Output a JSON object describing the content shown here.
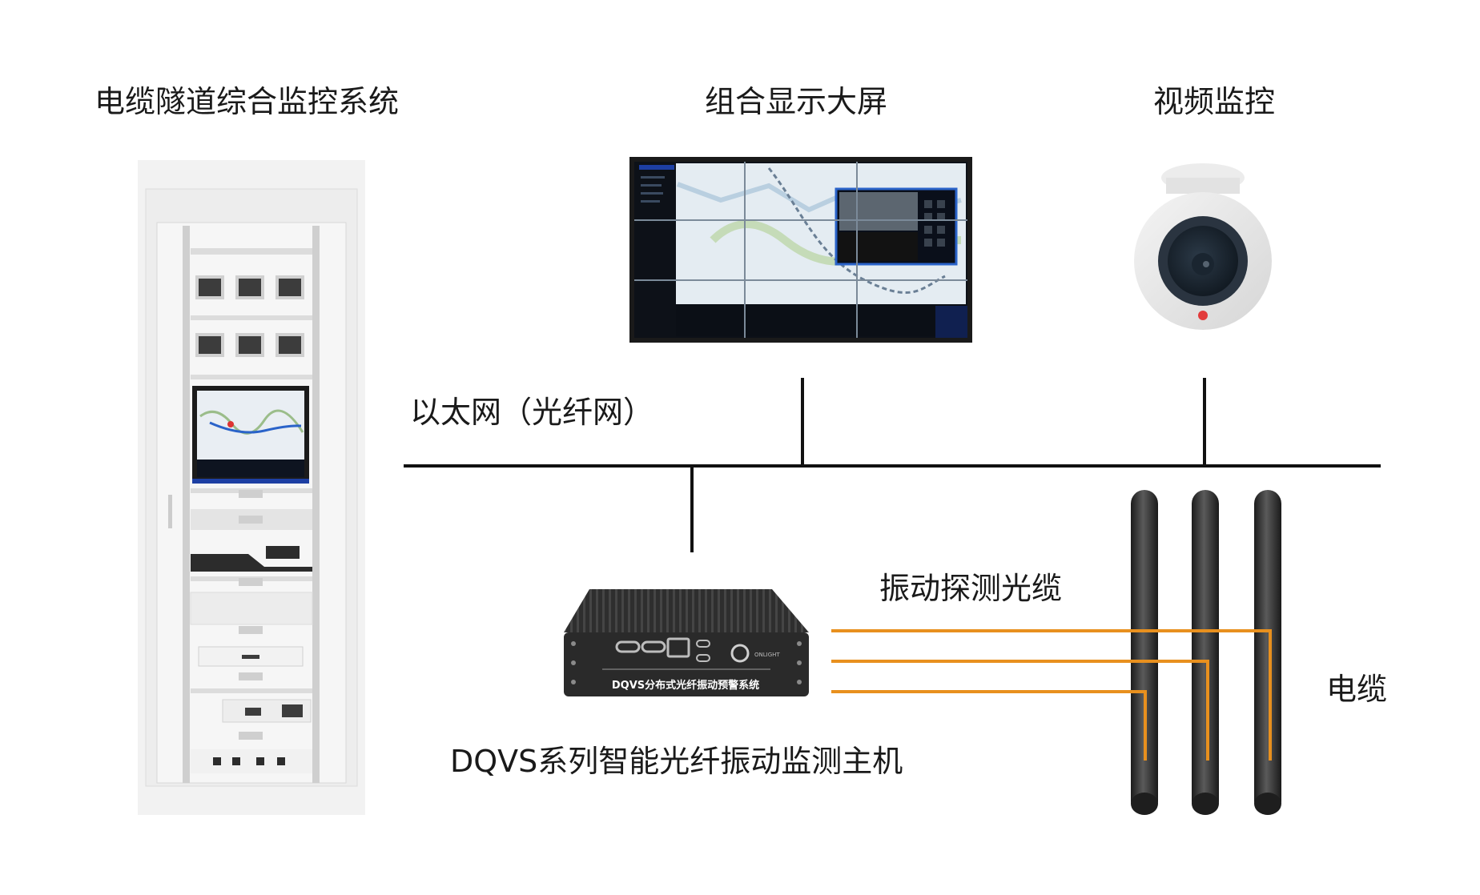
{
  "labels": {
    "cabinet_title": "电缆隧道综合监控系统",
    "display_title": "组合显示大屏",
    "camera_title": "视频监控",
    "network_label": "以太网（光纤网）",
    "fiber_label": "振动探测光缆",
    "cable_label": "电缆",
    "host_label": "DQVS系列智能光纤振动监测主机"
  },
  "host_device": {
    "front_text": "DQVS分布式光纤振动预警系统",
    "brand": "ONLIGHT"
  },
  "colors": {
    "fiber": "#e8901e",
    "line": "#111111",
    "cable_dark": "#2e2e2e",
    "device_dark": "#2b2b2b",
    "screen_blue": "#1d3fa3"
  }
}
